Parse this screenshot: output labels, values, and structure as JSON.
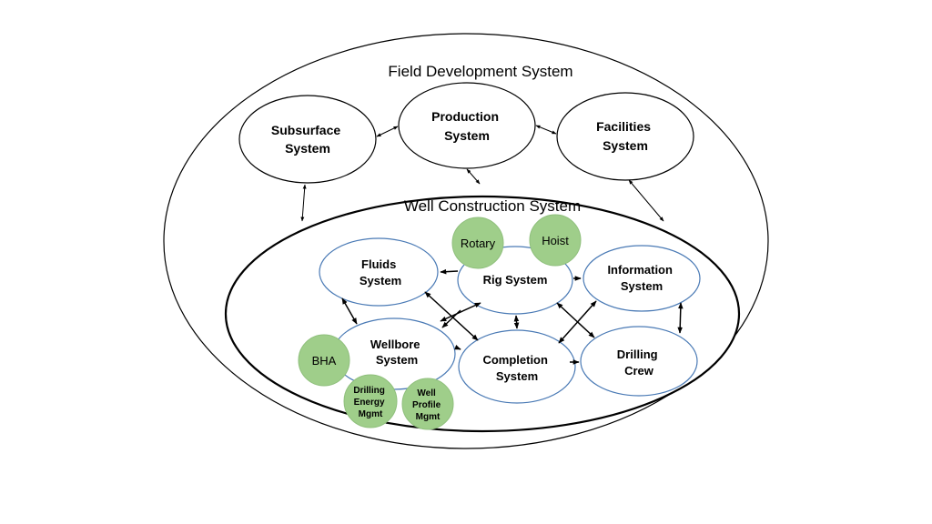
{
  "field_system": {
    "title": "Field Development System"
  },
  "top_nodes": {
    "subsurface": [
      "Subsurface",
      "System"
    ],
    "production": [
      "Production",
      "System"
    ],
    "facilities": [
      "Facilities",
      "System"
    ]
  },
  "well_system": {
    "title": "Well Construction System"
  },
  "inner_nodes": {
    "fluids": [
      "Fluids",
      "System"
    ],
    "rig": [
      "Rig System"
    ],
    "information": [
      "Information",
      "System"
    ],
    "wellbore": [
      "Wellbore",
      "System"
    ],
    "completion": [
      "Completion",
      "System"
    ],
    "drilling_crew": [
      "Drilling",
      "Crew"
    ]
  },
  "components": {
    "rotary": [
      "Rotary"
    ],
    "hoist": [
      "Hoist"
    ],
    "bha": [
      "BHA"
    ],
    "drilling_energy": [
      "Drilling",
      "Energy",
      "Mgmt"
    ],
    "well_profile": [
      "Well",
      "Profile",
      "Mgmt"
    ]
  },
  "colors": {
    "component_fill": "#9fce8a",
    "component_stroke": "#8fbf7c",
    "inner_node_stroke": "#4a7ab5",
    "line": "#000000"
  }
}
